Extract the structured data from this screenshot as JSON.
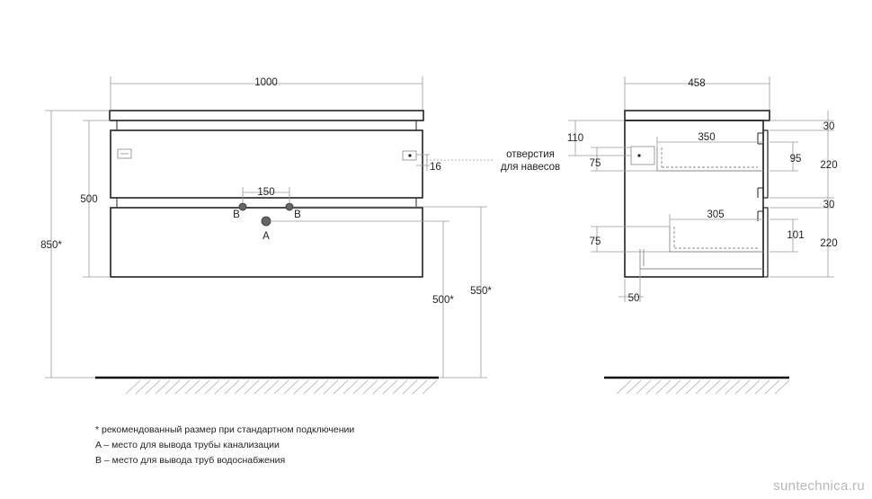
{
  "dimensions": {
    "front": {
      "width": "1000",
      "front_height": "500",
      "total_height": "850*",
      "pipe_spacing": "150",
      "hole_inset": "16",
      "drain_height": "500*",
      "supply_height": "550*"
    },
    "side": {
      "depth": "458",
      "hanger_offset": "110",
      "hanger_height": "75",
      "drawer1_depth": "350",
      "drawer1_clear": "95",
      "drawer2_depth": "305",
      "drawer2_height": "75",
      "drawer2_clear": "101",
      "gap_top": "30",
      "facade1": "220",
      "gap_mid": "30",
      "facade2": "220",
      "back_offset": "50"
    }
  },
  "labels": {
    "drain": "A",
    "supply_left": "B",
    "supply_right": "B",
    "holes_line1": "отверстия",
    "holes_line2": "для навесов"
  },
  "notes": [
    "* рекомендованный размер при стандартном подключении",
    "A – место для вывода трубы канализации",
    "B – место для вывода труб водоснабжения"
  ],
  "watermark": "suntechnica.ru",
  "colors": {
    "line": "#222222",
    "dim_line": "#9a9a9a",
    "drawer_hidden": "#888888",
    "pipe_fill": "#666666",
    "floor": "#111111"
  }
}
